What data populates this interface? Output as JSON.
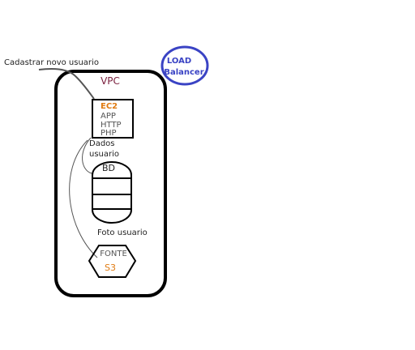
{
  "diagram": {
    "caption": "Cadastrar novo usuario",
    "vpc_label": "VPC",
    "load_balancer": {
      "line1": "LOAD",
      "line2": "Balancer"
    },
    "ec2": {
      "title": "EC2",
      "lines": [
        "APP",
        "HTTP",
        "PHP"
      ]
    },
    "dados_label": {
      "line1": "Dados",
      "line2": "usuario"
    },
    "db_label": "BD",
    "foto_label": "Foto usuario",
    "s3": {
      "top": "FONTE",
      "bottom": "S3"
    },
    "colors": {
      "vpc_text": "#7a1f3d",
      "ec2_title": "#e07b12",
      "s3_text": "#e07b12",
      "load_balancer": "#3a43c4",
      "stroke": "#000000",
      "connector": "#555555",
      "text": "#222222",
      "muted_text": "#555555"
    }
  }
}
